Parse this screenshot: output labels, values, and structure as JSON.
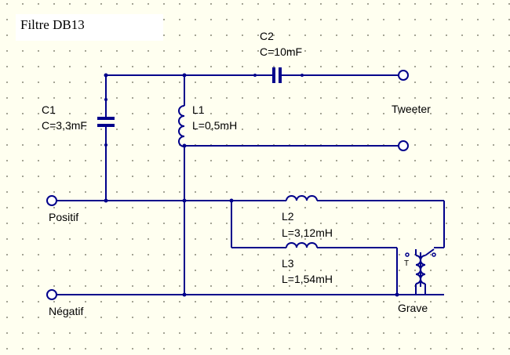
{
  "title": "Filtre DB13",
  "components": {
    "c1": {
      "name": "C1",
      "value": "C=3,3mF"
    },
    "c2": {
      "name": "C2",
      "value": "C=10mF"
    },
    "l1": {
      "name": "L1",
      "value": "L=0,5mH"
    },
    "l2": {
      "name": "L2",
      "value": "L=3,12mH"
    },
    "l3": {
      "name": "L3",
      "value": "L=1,54mH"
    },
    "transformer": {
      "name": "T"
    }
  },
  "ports": {
    "tweeter": "Tweeter",
    "positif": "Positif",
    "negatif": "Négatif",
    "grave": "Grave"
  },
  "colors": {
    "wire": "#00008b",
    "background": "#fffff0",
    "grid_dot": "#8a8a7a"
  }
}
